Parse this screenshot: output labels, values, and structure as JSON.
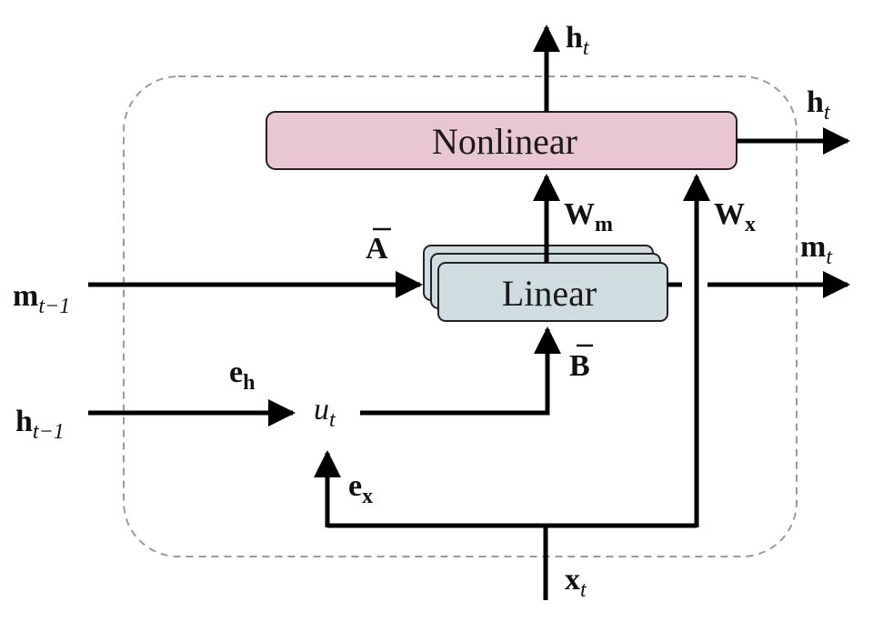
{
  "nodes": {
    "nonlinear": {
      "label": "Nonlinear",
      "fill": "#e8c6d4"
    },
    "linear": {
      "label": "Linear",
      "fill": "#cfdde1"
    }
  },
  "labels": {
    "h_out_top": {
      "base": "h",
      "sub": "t"
    },
    "h_out_right": {
      "base": "h",
      "sub": "t"
    },
    "m_out": {
      "base": "m",
      "sub": "t"
    },
    "m_in": {
      "base": "m",
      "sub": "t−1"
    },
    "h_in": {
      "base": "h",
      "sub": "t−1"
    },
    "x_in": {
      "base": "x",
      "sub": "t"
    },
    "u": {
      "base": "u",
      "sub": "t"
    },
    "A_bar": {
      "base": "A"
    },
    "B_bar": {
      "base": "B"
    },
    "W_m": {
      "base": "W",
      "sub": "m"
    },
    "W_x": {
      "base": "W",
      "sub": "x"
    },
    "e_h": {
      "base": "e",
      "sub": "h"
    },
    "e_x": {
      "base": "e",
      "sub": "x"
    }
  },
  "colors": {
    "border_dashed": "#9a9a9a",
    "wire": "#000000"
  }
}
